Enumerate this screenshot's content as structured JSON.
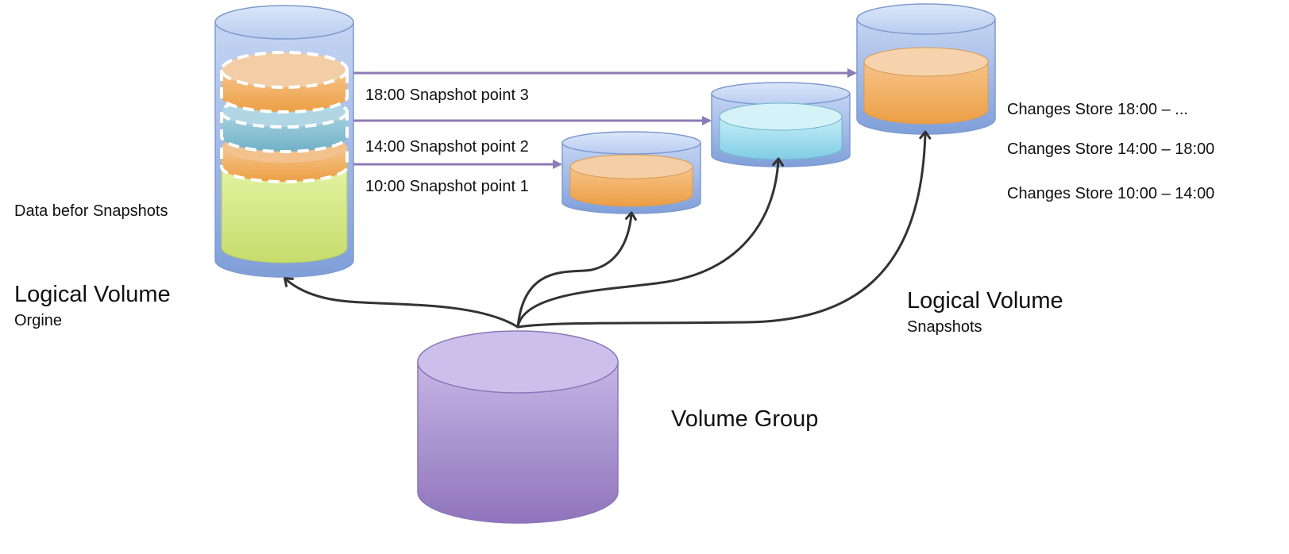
{
  "labels": {
    "data_before": "Data befor Snapshots",
    "lv_origin_title": "Logical Volume",
    "lv_origin_sub": "Orgine",
    "snap3": "18:00 Snapshot  point  3",
    "snap2": "14:00 Snapshot  point  2",
    "snap1": "10:00 Snapshot  point  1",
    "store3": "Changes Store 18:00 –  ...",
    "store2": "Changes Store 14:00 – 18:00",
    "store1": "Changes Store 10:00 – 14:00",
    "lv_snap_title": "Logical Volume",
    "lv_snap_sub": "Snapshots",
    "vg": "Volume Group"
  },
  "colors": {
    "lv_blue": "#8eaadc",
    "orange": "#f0a855",
    "teal": "#7fb9cc",
    "light_blue": "#8fd3e8",
    "green": "#cfe27e",
    "purple": "#a591cc",
    "arrow_purple": "#8c7bb5",
    "arrow_dark": "#333333"
  }
}
